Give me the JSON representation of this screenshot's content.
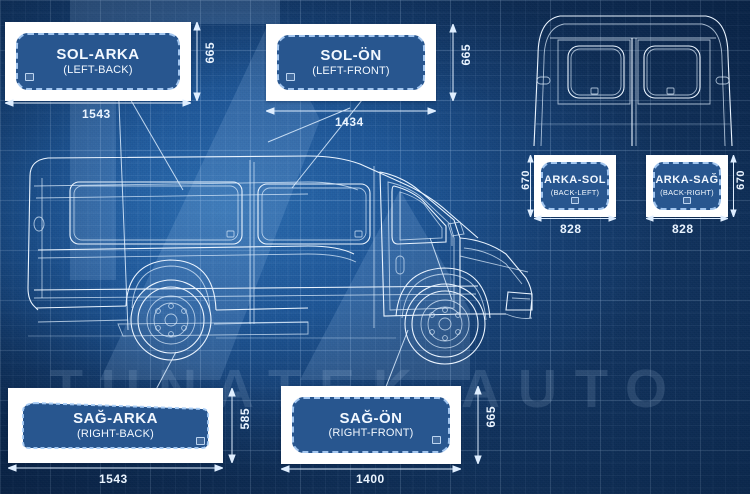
{
  "document": {
    "kind": "vehicle-glass-blueprint",
    "watermark_text": "TUNATEK AUTO",
    "background_color": "#1a4f8f",
    "line_color": "#eaf4ff",
    "panel_fill": "#ffffff",
    "glass_fill": "#164886"
  },
  "panels": [
    {
      "id": "sol-arka",
      "title": "SOL-ARKA",
      "subtitle": "(LEFT-BACK)",
      "width_mm": "1543",
      "height_mm": "665",
      "shape": "rounded-rect"
    },
    {
      "id": "sol-on",
      "title": "SOL-ÖN",
      "subtitle": "(LEFT-FRONT)",
      "width_mm": "1434",
      "height_mm": "665",
      "shape": "rounded-rect"
    },
    {
      "id": "arka-sol",
      "title": "ARKA-SOL",
      "subtitle": "(BACK-LEFT)",
      "width_mm": "828",
      "height_mm": "670",
      "shape": "rounded-square"
    },
    {
      "id": "arka-sag",
      "title": "ARKA-SAĞ",
      "subtitle": "(BACK-RIGHT)",
      "width_mm": "828",
      "height_mm": "670",
      "shape": "rounded-square"
    },
    {
      "id": "sag-arka",
      "title": "SAĞ-ARKA",
      "subtitle": "(RIGHT-BACK)",
      "width_mm": "1543",
      "height_mm": "585",
      "shape": "trapezoid"
    },
    {
      "id": "sag-on",
      "title": "SAĞ-ÖN",
      "subtitle": "(RIGHT-FRONT)",
      "width_mm": "1400",
      "height_mm": "665",
      "shape": "rounded-rect"
    }
  ],
  "views": {
    "side_view_label": "van-side-view",
    "rear_view_label": "van-rear-view"
  }
}
